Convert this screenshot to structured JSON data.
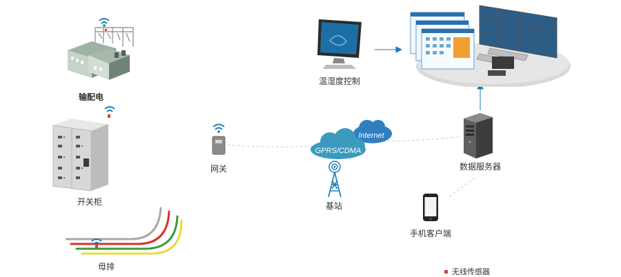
{
  "labels": {
    "distribution": "输配电",
    "switchgear": "开关柜",
    "busbar": "母排",
    "gateway": "网关",
    "base_station": "基站",
    "temp_control": "温湿度控制",
    "data_server": "数据服务器",
    "mobile_client": "手机客户端",
    "cloud_internet": "Internet",
    "cloud_gprs": "GPRS/CDMA"
  },
  "legend": {
    "wireless_sensor": "无线传感器"
  },
  "colors": {
    "accent_blue": "#1a7ab8",
    "cloud_teal": "#3a9bbf",
    "cloud_blue": "#2f7fc0",
    "sensor_red": "#e23b2e",
    "bus_gray": "#a8a8a8",
    "bus_red": "#d9302a",
    "bus_green": "#3a9a3a",
    "bus_yellow": "#e8d93a",
    "link_gray": "#c8c8c8"
  }
}
